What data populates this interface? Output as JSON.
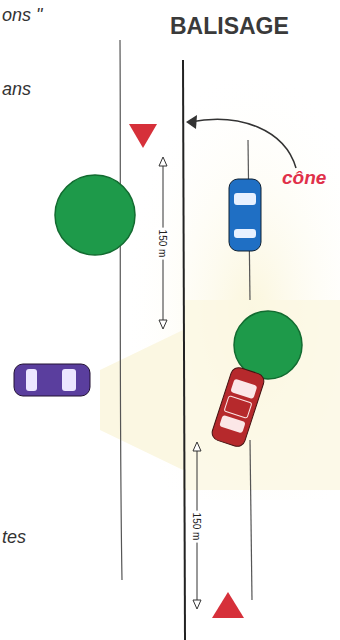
{
  "diagram": {
    "title": "BALISAGE",
    "labels": [
      "ons \"",
      "ans",
      "cône",
      "150 m",
      "150 m",
      "tes"
    ]
  }
}
